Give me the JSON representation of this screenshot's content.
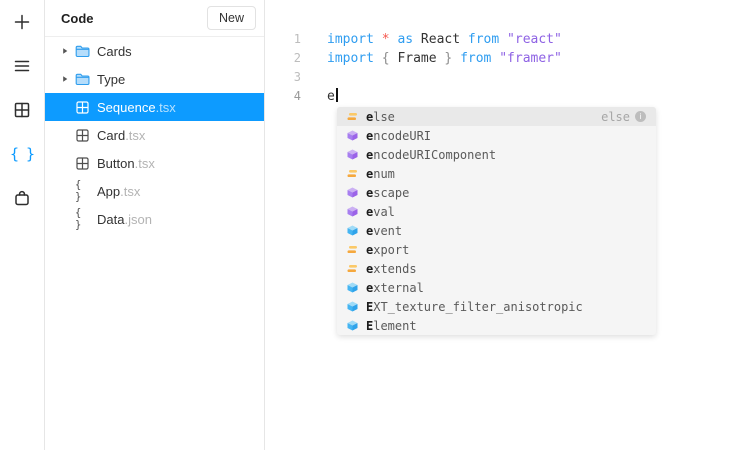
{
  "colors": {
    "accent_blue": "#0d9bff",
    "code_keyword": "#2f9df0",
    "code_string": "#8e62e4",
    "code_star": "#f5574e",
    "code_punct": "#8c8c8c",
    "code_text": "#333333",
    "folder_stroke": "#2e9ded",
    "folder_fill": "#b5ddfb",
    "dropdown_bg": "#f5f5f5",
    "dropdown_selected_bg": "#e9e9e9",
    "icon_orange": "#f5a83d",
    "icon_orange_light": "#fbc968",
    "icon_purple": "#a77ef0",
    "icon_purple_light": "#cbb0f3",
    "icon_purple_dark": "#9b63e8",
    "icon_blue": "#45b5f2",
    "icon_blue_light": "#9fdbf7",
    "icon_blue_dark": "#2fa3ea"
  },
  "sidebar": {
    "icons": [
      {
        "id": "add",
        "glyph": "plus"
      },
      {
        "id": "layers",
        "glyph": "menu"
      },
      {
        "id": "components",
        "glyph": "grid"
      },
      {
        "id": "code",
        "glyph": "braces",
        "active": true
      },
      {
        "id": "assets",
        "glyph": "bag"
      }
    ]
  },
  "file_panel": {
    "title": "Code",
    "new_button_label": "New",
    "tree": [
      {
        "type": "folder",
        "icon": "folder",
        "name": "Cards",
        "ext": ""
      },
      {
        "type": "folder",
        "icon": "folder",
        "name": "Type",
        "ext": ""
      },
      {
        "type": "file",
        "icon": "grid",
        "name": "Sequence",
        "ext": ".tsx",
        "selected": true
      },
      {
        "type": "file",
        "icon": "grid",
        "name": "Card",
        "ext": ".tsx"
      },
      {
        "type": "file",
        "icon": "grid",
        "name": "Button",
        "ext": ".tsx"
      },
      {
        "type": "file",
        "icon": "braces",
        "name": "App",
        "ext": ".tsx"
      },
      {
        "type": "file",
        "icon": "braces",
        "name": "Data",
        "ext": ".json"
      }
    ]
  },
  "editor": {
    "lines": [
      {
        "number": "1",
        "tokens": [
          {
            "c": "kw",
            "t": "import"
          },
          {
            "c": "plain",
            "t": " "
          },
          {
            "c": "star",
            "t": "*"
          },
          {
            "c": "plain",
            "t": " "
          },
          {
            "c": "kw",
            "t": "as"
          },
          {
            "c": "plain",
            "t": " React "
          },
          {
            "c": "kw",
            "t": "from"
          },
          {
            "c": "plain",
            "t": " "
          },
          {
            "c": "str",
            "t": "\"react\""
          }
        ]
      },
      {
        "number": "2",
        "tokens": [
          {
            "c": "kw",
            "t": "import"
          },
          {
            "c": "plain",
            "t": " "
          },
          {
            "c": "punct",
            "t": "{"
          },
          {
            "c": "plain",
            "t": " Frame "
          },
          {
            "c": "punct",
            "t": "}"
          },
          {
            "c": "plain",
            "t": " "
          },
          {
            "c": "kw",
            "t": "from"
          },
          {
            "c": "plain",
            "t": " "
          },
          {
            "c": "str",
            "t": "\"framer\""
          }
        ]
      },
      {
        "number": "3",
        "tokens": []
      },
      {
        "number": "4",
        "tokens": [
          {
            "c": "plain",
            "t": "e"
          }
        ],
        "cursor": true,
        "active": true
      }
    ]
  },
  "autocomplete": {
    "selected_hint": "else",
    "items": [
      {
        "kind": "keyword",
        "prefix": "e",
        "rest": "lse",
        "selected": true
      },
      {
        "kind": "function",
        "prefix": "e",
        "rest": "ncodeURI"
      },
      {
        "kind": "function",
        "prefix": "e",
        "rest": "ncodeURIComponent"
      },
      {
        "kind": "keyword",
        "prefix": "e",
        "rest": "num"
      },
      {
        "kind": "function",
        "prefix": "e",
        "rest": "scape"
      },
      {
        "kind": "function",
        "prefix": "e",
        "rest": "val"
      },
      {
        "kind": "variable",
        "prefix": "e",
        "rest": "vent"
      },
      {
        "kind": "keyword",
        "prefix": "e",
        "rest": "xport"
      },
      {
        "kind": "keyword",
        "prefix": "e",
        "rest": "xtends"
      },
      {
        "kind": "variable",
        "prefix": "e",
        "rest": "xternal"
      },
      {
        "kind": "variable",
        "prefix": "E",
        "rest": "XT_texture_filter_anisotropic"
      },
      {
        "kind": "variable",
        "prefix": "E",
        "rest": "lement"
      }
    ]
  }
}
